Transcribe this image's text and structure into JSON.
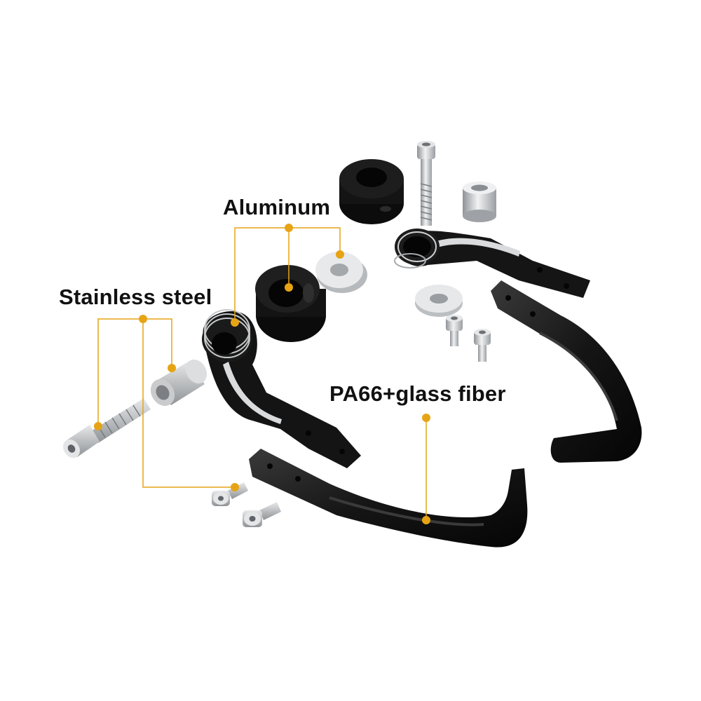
{
  "labels": {
    "aluminum": "Aluminum",
    "stainless_steel": "Stainless steel",
    "glass_fiber": "PA66+glass fiber"
  },
  "colors": {
    "callout": "#e6a415",
    "part_black": "#161616",
    "part_silver": "#b9bcbf",
    "background": "#ffffff"
  }
}
